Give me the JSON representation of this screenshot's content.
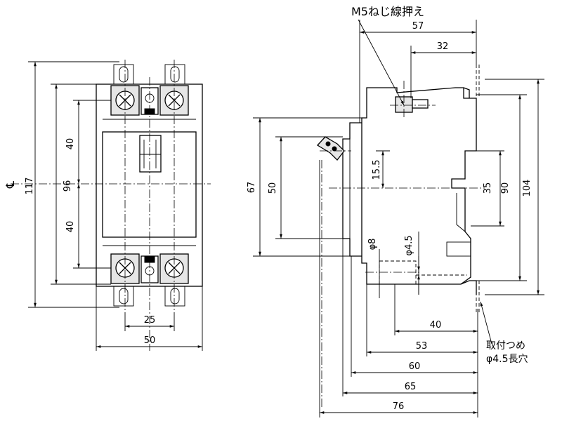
{
  "front_view": {
    "dims": {
      "total_height": "117",
      "mount_height": "96",
      "upper_half": "40",
      "lower_half": "40",
      "terminal_pitch": "25",
      "width": "50"
    },
    "centerline_symbol": "℄"
  },
  "side_view": {
    "dims": {
      "depth_57": "57",
      "depth_32": "32",
      "height_67": "67",
      "height_50": "50",
      "offset_15_5": "15.5",
      "height_35": "35",
      "height_90": "90",
      "height_104": "104",
      "dia_8": "φ8",
      "dia_4_5": "φ4.5",
      "depth_40": "40",
      "depth_53": "53",
      "depth_60": "60",
      "depth_65": "65",
      "depth_76": "76"
    },
    "notes": {
      "screw": "M5ねじ線押え",
      "mount_line1": "取付つめ",
      "mount_line2": "φ4.5長穴"
    }
  }
}
